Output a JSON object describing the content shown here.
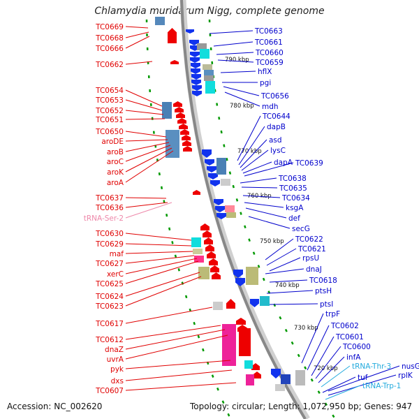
{
  "title": "Chlamydia muridarum Nigg, complete genome",
  "footer": {
    "accession": "Accession: NC_002620",
    "topology": "Topology: circular; Length: 1,072,950 bp; Genes: 947"
  },
  "colors": {
    "left_labels": "#e00000",
    "right_labels": "#0000cc",
    "trna_left": "#ee88aa",
    "trna_right": "#22aadd",
    "backbone": "#888888",
    "scale": "#009900"
  },
  "scale_marks": [
    "790 kbp",
    "780 kbp",
    "770 kbp",
    "760 kbp",
    "750 kbp",
    "740 kbp",
    "730 kbp",
    "720 kbp"
  ],
  "left_labels": [
    "TC0669",
    "TC0668",
    "TC0666",
    "TC0662",
    "TC0654",
    "TC0653",
    "TC0652",
    "TC0651",
    "TC0650",
    "aroDE",
    "aroB",
    "aroC",
    "aroK",
    "aroA",
    "TC0637",
    "TC0636",
    "tRNA-Ser-2",
    "TC0630",
    "TC0629",
    "maf",
    "TC0627",
    "xerC",
    "TC0625",
    "TC0624",
    "TC0623",
    "TC0617",
    "TC0612",
    "dnaZ",
    "uvrA",
    "pyk",
    "dxs",
    "TC0607"
  ],
  "right_labels": [
    "TC0663",
    "TC0661",
    "TC0660",
    "TC0659",
    "hflX",
    "pgi",
    "TC0656",
    "mdh",
    "TC0644",
    "dapB",
    "asd",
    "lysC",
    "dapA",
    "TC0639",
    "TC0638",
    "TC0635",
    "TC0634",
    "ksgA",
    "def",
    "secG",
    "TC0622",
    "TC0621",
    "rpsU",
    "dnaJ",
    "TC0618",
    "ptsH",
    "ptsI",
    "trpF",
    "TC0602",
    "TC0601",
    "TC0600",
    "infA",
    "tRNA-Thr-3",
    "nusG",
    "tuf",
    "rplK",
    "tRNA-Trp-1"
  ]
}
